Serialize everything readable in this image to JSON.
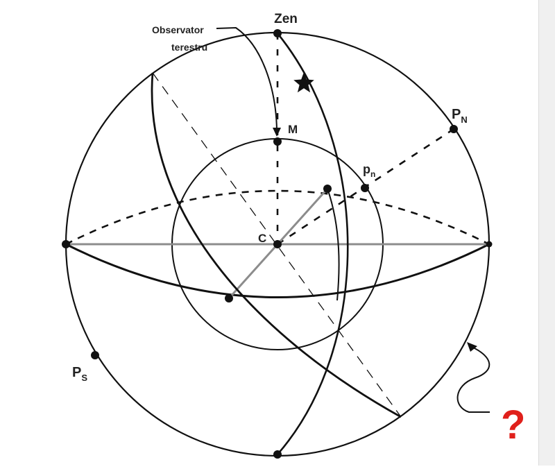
{
  "colors": {
    "ink": "#111111",
    "gray_line": "#8c8c8c",
    "question_mark": "#e0201b",
    "scrollbar": "#f0f0f0"
  },
  "labels": {
    "zenith": "Zen",
    "observer_line1": "Observator",
    "observer_line2": "terestru",
    "point_m": "M",
    "point_pn_main": "p",
    "point_pn_sub": "n",
    "pole_north_main": "P",
    "pole_north_sub": "N",
    "pole_south_main": "P",
    "pole_south_sub": "S",
    "center": "C",
    "question": "?"
  },
  "icons": {
    "star": "star-icon"
  }
}
